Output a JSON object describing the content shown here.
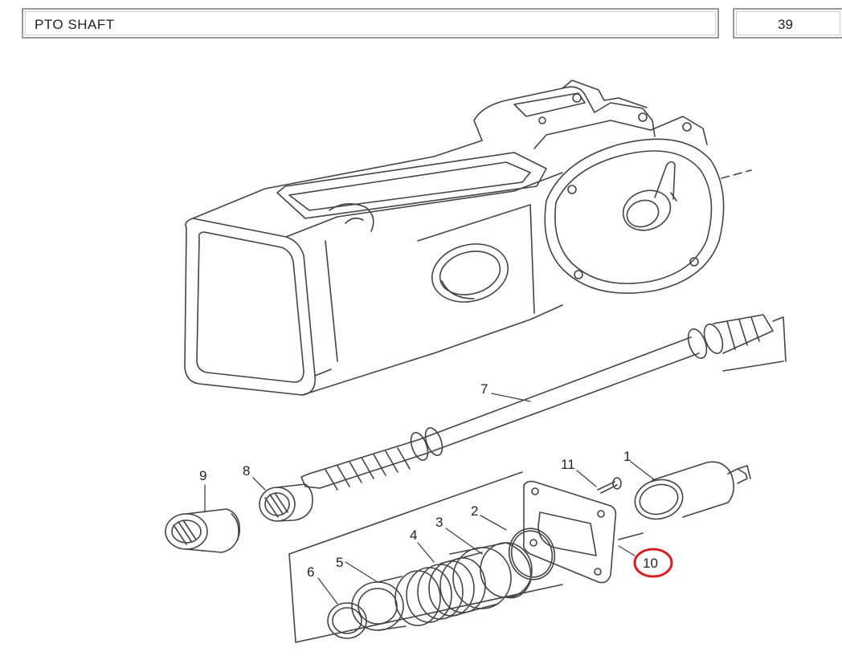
{
  "header": {
    "title": "PTO SHAFT",
    "page_number": "39"
  },
  "callouts": [
    {
      "id": "1",
      "label": "1"
    },
    {
      "id": "2",
      "label": "2"
    },
    {
      "id": "3",
      "label": "3"
    },
    {
      "id": "4",
      "label": "4"
    },
    {
      "id": "5",
      "label": "5"
    },
    {
      "id": "6",
      "label": "6"
    },
    {
      "id": "7",
      "label": "7"
    },
    {
      "id": "8",
      "label": "8"
    },
    {
      "id": "9",
      "label": "9"
    },
    {
      "id": "10",
      "label": "10"
    },
    {
      "id": "11",
      "label": "11"
    }
  ],
  "highlight": {
    "callout": "10",
    "color": "#d42020"
  },
  "colors": {
    "line": "#444444",
    "frame": "#9a9a9a"
  }
}
